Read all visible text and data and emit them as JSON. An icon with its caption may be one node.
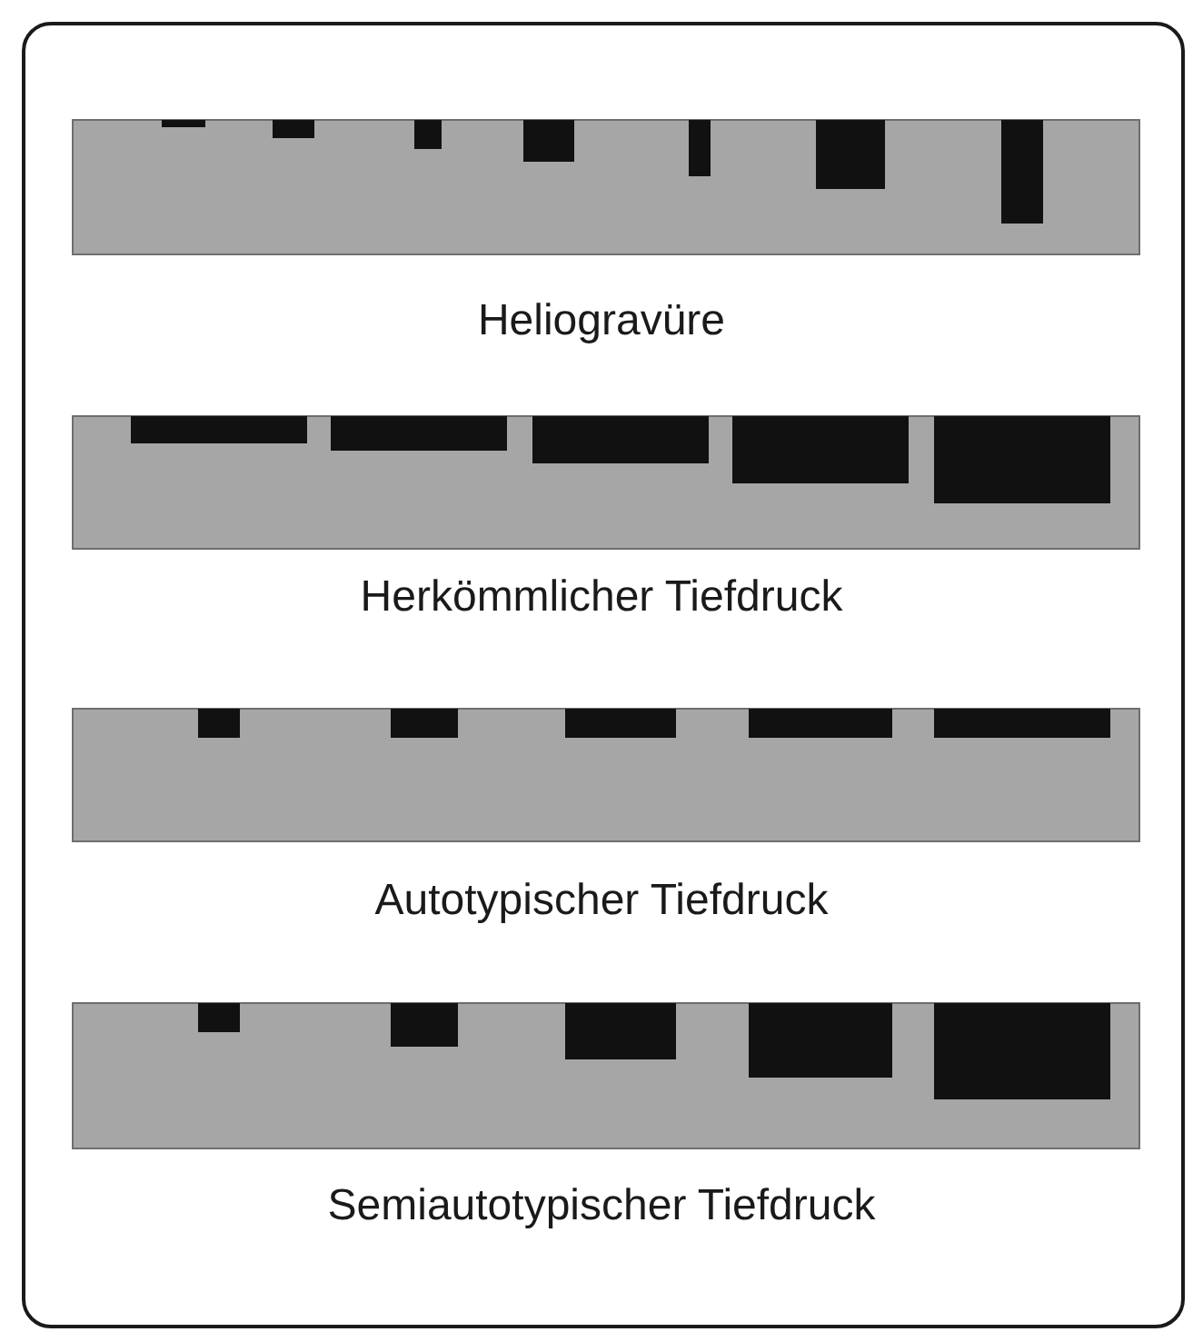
{
  "diagram": {
    "labels": [
      "Heliogravüre",
      "Herkömmlicher Tiefdruck",
      "Autotypischer Tiefdruck",
      "Semiautotypischer Tiefdruck"
    ]
  }
}
